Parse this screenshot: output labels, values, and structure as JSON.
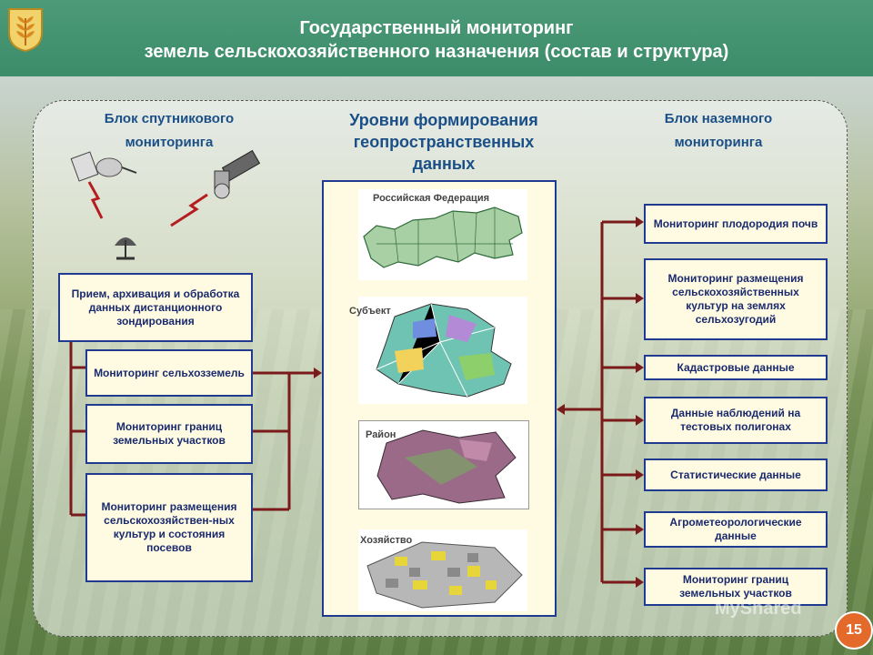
{
  "header": {
    "title_line1": "Государственный мониторинг",
    "title_line2": "земель сельскохозяйственного назначения (состав и структура)"
  },
  "headings": {
    "satellite": [
      "Блок спутникового",
      "мониторинга"
    ],
    "center": [
      "Уровни формирования",
      "геопространственных",
      "данных"
    ],
    "ground": [
      "Блок наземного",
      "мониторинга"
    ]
  },
  "left_boxes": [
    "Прием, архивация и обработка данных дистанционного зондирования",
    "Мониторинг сельхозземель",
    "Мониторинг границ земельных участков",
    "Мониторинг размещения сельскохозяйствен-ных культур и состояния посевов"
  ],
  "levels": [
    "Российская Федерация",
    "Субъект",
    "Район",
    "Хозяйство"
  ],
  "right_boxes": [
    "Мониторинг плодородия почв",
    "Мониторинг размещения сельскохозяйственных культур на землях сельхозугодий",
    "Кадастровые данные",
    "Данные наблюдений на тестовых полигонах",
    "Статистические данные",
    "Агрометеорологические данные",
    "Мониторинг границ земельных участков"
  ],
  "page_number": "15",
  "watermark": "MyShared",
  "colors": {
    "header": "#3c8b69",
    "box_border": "#1f3a8f",
    "connector": "#7a1a1a",
    "badge": "#e36a2a"
  }
}
